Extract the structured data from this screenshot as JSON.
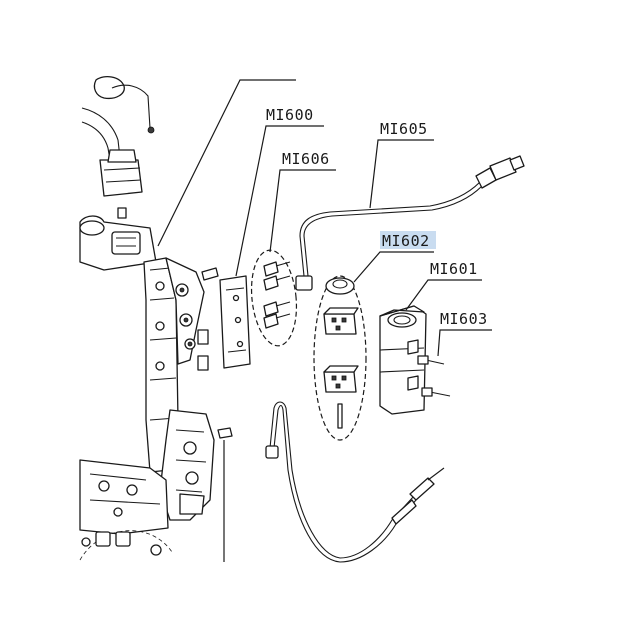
{
  "labels": {
    "mi600": "MI600",
    "mi606": "MI606",
    "mi605": "MI605",
    "mi602": "MI602",
    "mi601": "MI601",
    "mi603": "MI603"
  },
  "highlighted_label": "MI602",
  "colors": {
    "line": "#1a1a1a",
    "highlight": "#c9dcf0",
    "background": "#ffffff"
  }
}
